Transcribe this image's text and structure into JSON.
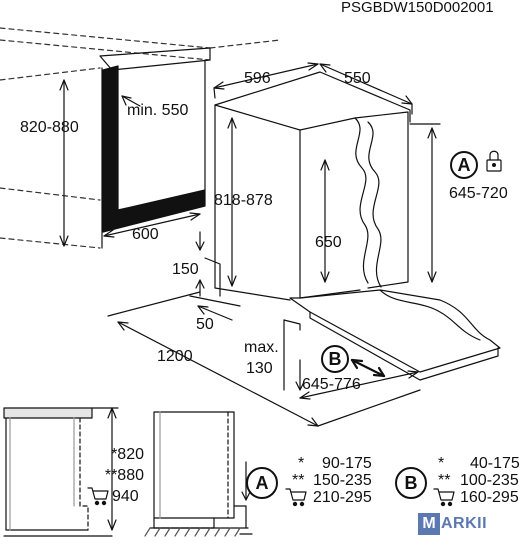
{
  "doc_code": "PSGBDW150D002001",
  "dims": {
    "niche_height": "820-880",
    "min_depth": "min. 550",
    "niche_width": "600",
    "width": "596",
    "depth": "550",
    "appliance_height": "818-878",
    "door_height": "645-720",
    "inner_height": "650",
    "plinth_height": "150",
    "plinth_offset": "50",
    "door_open_depth": "1200",
    "max_label": "max.",
    "max_value": "130",
    "door_travel": "645-776"
  },
  "badges": {
    "a": "A",
    "b": "B"
  },
  "legend": {
    "mark_star": "*",
    "mark_dstar": "**",
    "side_values": [
      "*820",
      "**880",
      "940"
    ],
    "a_values": [
      "90-175",
      "150-235",
      "210-295"
    ],
    "b_values": [
      "40-175",
      "100-235",
      "160-295"
    ]
  },
  "logo": {
    "letter": "M",
    "rest": "ARKII"
  }
}
